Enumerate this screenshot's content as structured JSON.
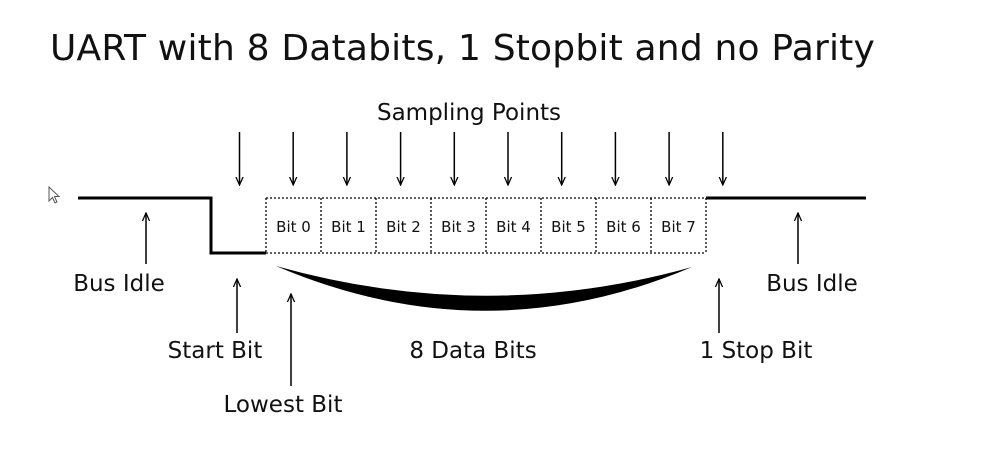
{
  "title": "UART with 8 Databits, 1 Stopbit and no Parity",
  "labels": {
    "sampling_points": "Sampling Points",
    "bus_idle_left": "Bus Idle",
    "bus_idle_right": "Bus Idle",
    "start_bit": "Start Bit",
    "lowest_bit": "Lowest Bit",
    "data_bits": "8 Data Bits",
    "stop_bit": "1 Stop Bit"
  },
  "bits": [
    "Bit 0",
    "Bit 1",
    "Bit 2",
    "Bit 3",
    "Bit 4",
    "Bit 5",
    "Bit 6",
    "Bit 7"
  ],
  "icons": {
    "cursor": "mouse-pointer-icon"
  },
  "colors": {
    "line": "#000000",
    "background": "#ffffff"
  }
}
